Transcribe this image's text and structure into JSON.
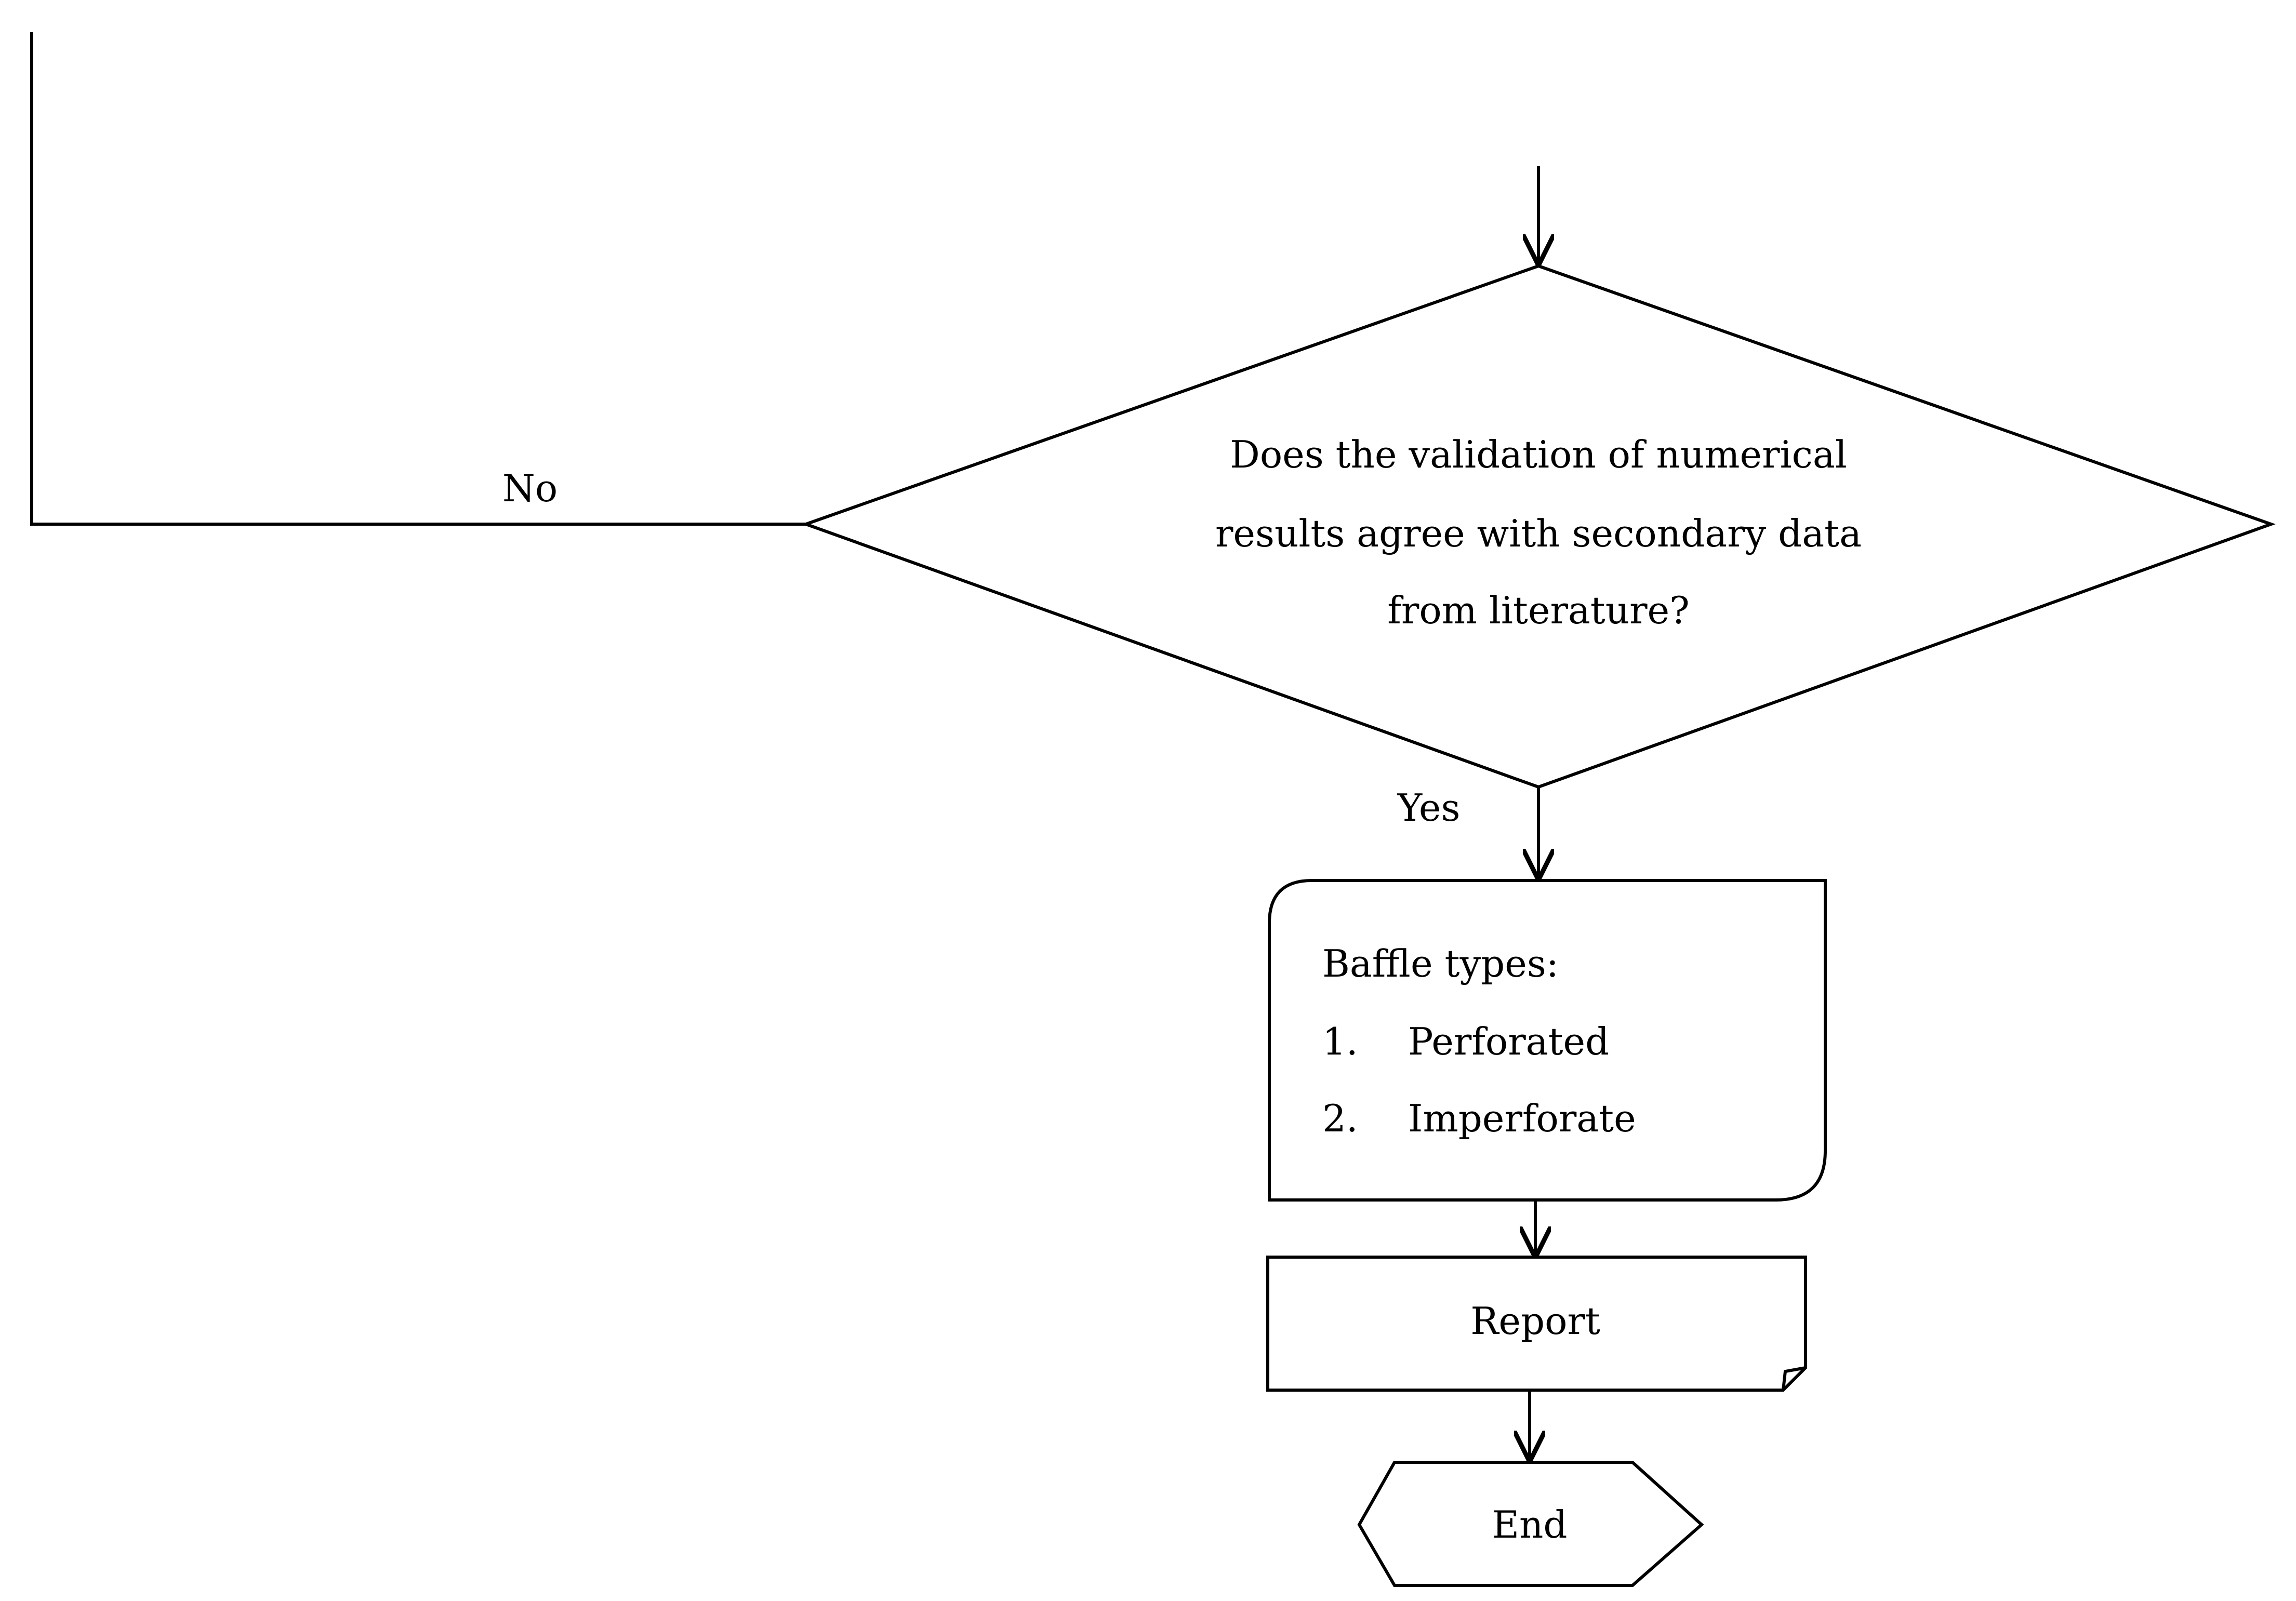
{
  "decision": {
    "question_lines": [
      "Does the validation of numerical",
      "results agree with secondary data",
      "from literature?"
    ],
    "no_label": "No",
    "yes_label": "Yes"
  },
  "baffle_box": {
    "heading": "Baffle types:",
    "items": [
      {
        "number": "1.",
        "text": "Perforated"
      },
      {
        "number": "2.",
        "text": "Imperforate"
      }
    ]
  },
  "report_box": {
    "label": "Report"
  },
  "end_terminal": {
    "label": "End"
  },
  "colors": {
    "stroke": "#000000",
    "fill": "#ffffff"
  }
}
